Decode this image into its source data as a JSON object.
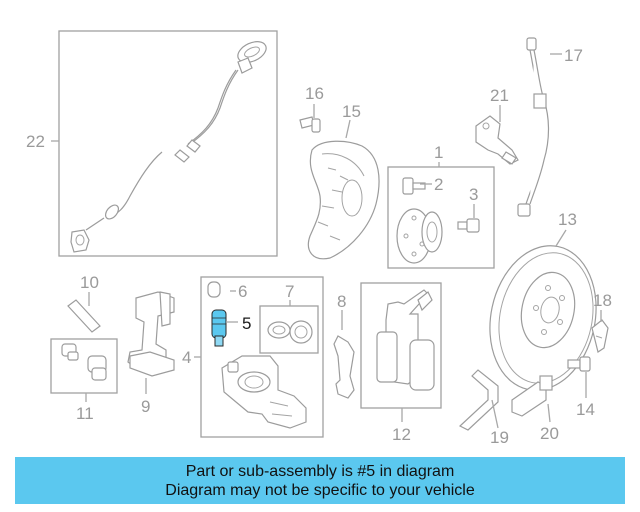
{
  "callouts": [
    {
      "id": "1",
      "label": "1"
    },
    {
      "id": "2",
      "label": "2"
    },
    {
      "id": "3",
      "label": "3"
    },
    {
      "id": "4",
      "label": "4"
    },
    {
      "id": "5",
      "label": "5"
    },
    {
      "id": "6",
      "label": "6"
    },
    {
      "id": "7",
      "label": "7"
    },
    {
      "id": "8",
      "label": "8"
    },
    {
      "id": "9",
      "label": "9"
    },
    {
      "id": "10",
      "label": "10"
    },
    {
      "id": "11",
      "label": "11"
    },
    {
      "id": "12",
      "label": "12"
    },
    {
      "id": "13",
      "label": "13"
    },
    {
      "id": "14",
      "label": "14"
    },
    {
      "id": "15",
      "label": "15"
    },
    {
      "id": "16",
      "label": "16"
    },
    {
      "id": "17",
      "label": "17"
    },
    {
      "id": "18",
      "label": "18"
    },
    {
      "id": "19",
      "label": "19"
    },
    {
      "id": "20",
      "label": "20"
    },
    {
      "id": "21",
      "label": "21"
    },
    {
      "id": "22",
      "label": "22"
    }
  ],
  "highlight": {
    "part": "5",
    "color": "#5bc8ef"
  },
  "banner": {
    "color": "#5bc8ef",
    "line1": "Part or sub-assembly is #5 in diagram",
    "line2": "Diagram may not be specific to your vehicle"
  }
}
